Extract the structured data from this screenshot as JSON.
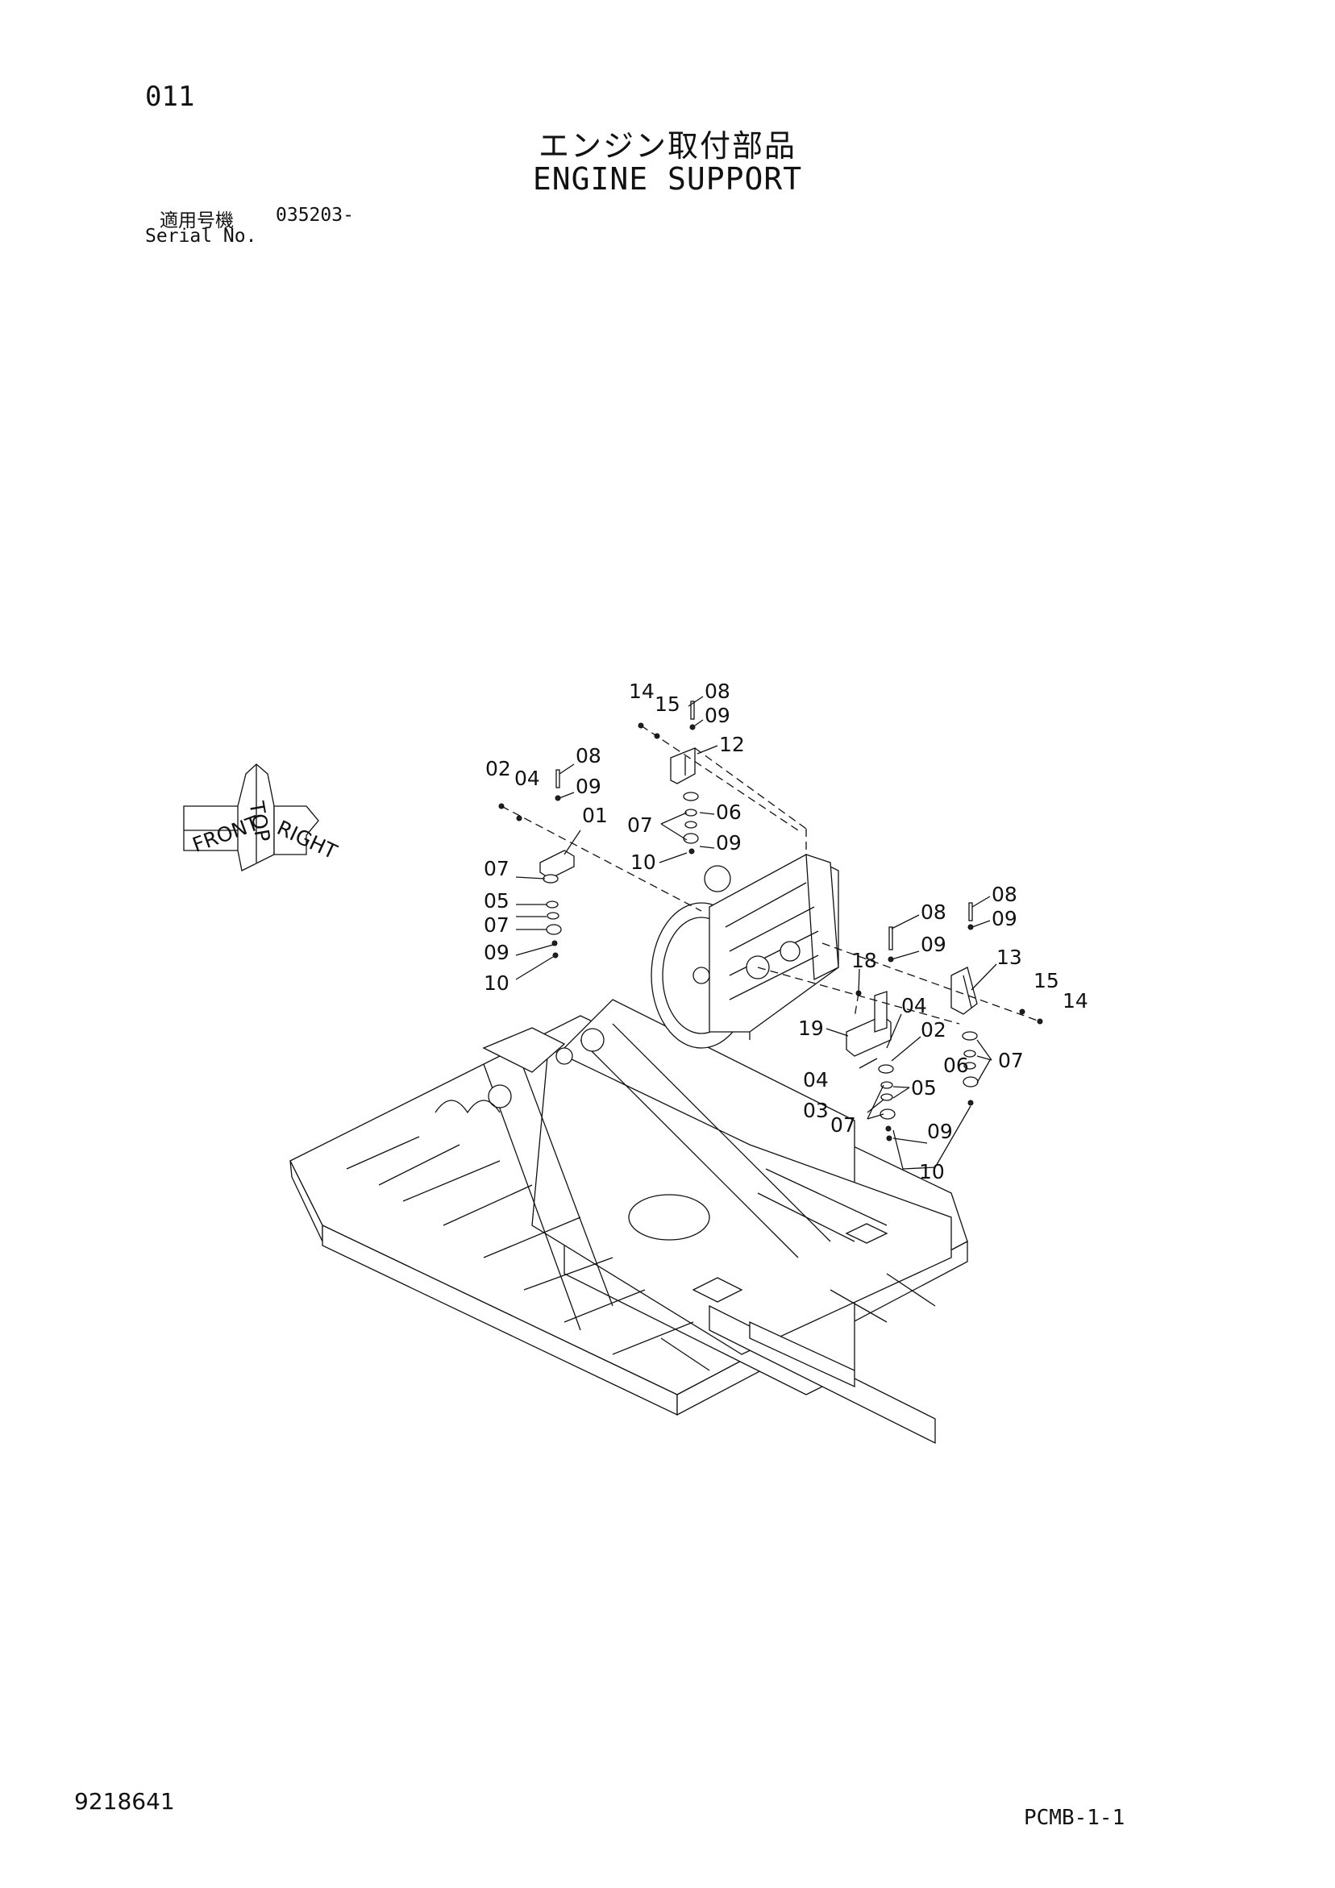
{
  "header": {
    "page_number": "011",
    "title_jp": "エンジン取付部品",
    "title_en": "ENGINE SUPPORT",
    "serial_label_jp": "適用号機",
    "serial_value": "035203-",
    "serial_label_en": "Serial No."
  },
  "orientation_icon": {
    "front": "FRONT",
    "top": "TOP",
    "right": "RIGHT"
  },
  "callouts": {
    "c14a": "14",
    "c15a": "15",
    "c08a": "08",
    "c09a": "09",
    "c12": "12",
    "c02a": "02",
    "c04a": "04",
    "c08b": "08",
    "c09b": "09",
    "c01": "01",
    "c07a": "07",
    "c06a": "06",
    "c09c": "09",
    "c10a": "10",
    "c07b": "07",
    "c05a": "05",
    "c07c": "07",
    "c09d": "09",
    "c10b": "10",
    "c08c": "08",
    "c09e": "09",
    "c08d": "08",
    "c09f": "09",
    "c13": "13",
    "c18": "18",
    "c15b": "15",
    "c14b": "14",
    "c04b": "04",
    "c19": "19",
    "c02b": "02",
    "c06b": "06",
    "c07d": "07",
    "c04c": "04",
    "c05b": "05",
    "c03": "03",
    "c07e": "07",
    "c09g": "09",
    "c10c": "10"
  },
  "footer": {
    "doc_number": "9218641",
    "ref_code": "PCMB-1-1"
  }
}
